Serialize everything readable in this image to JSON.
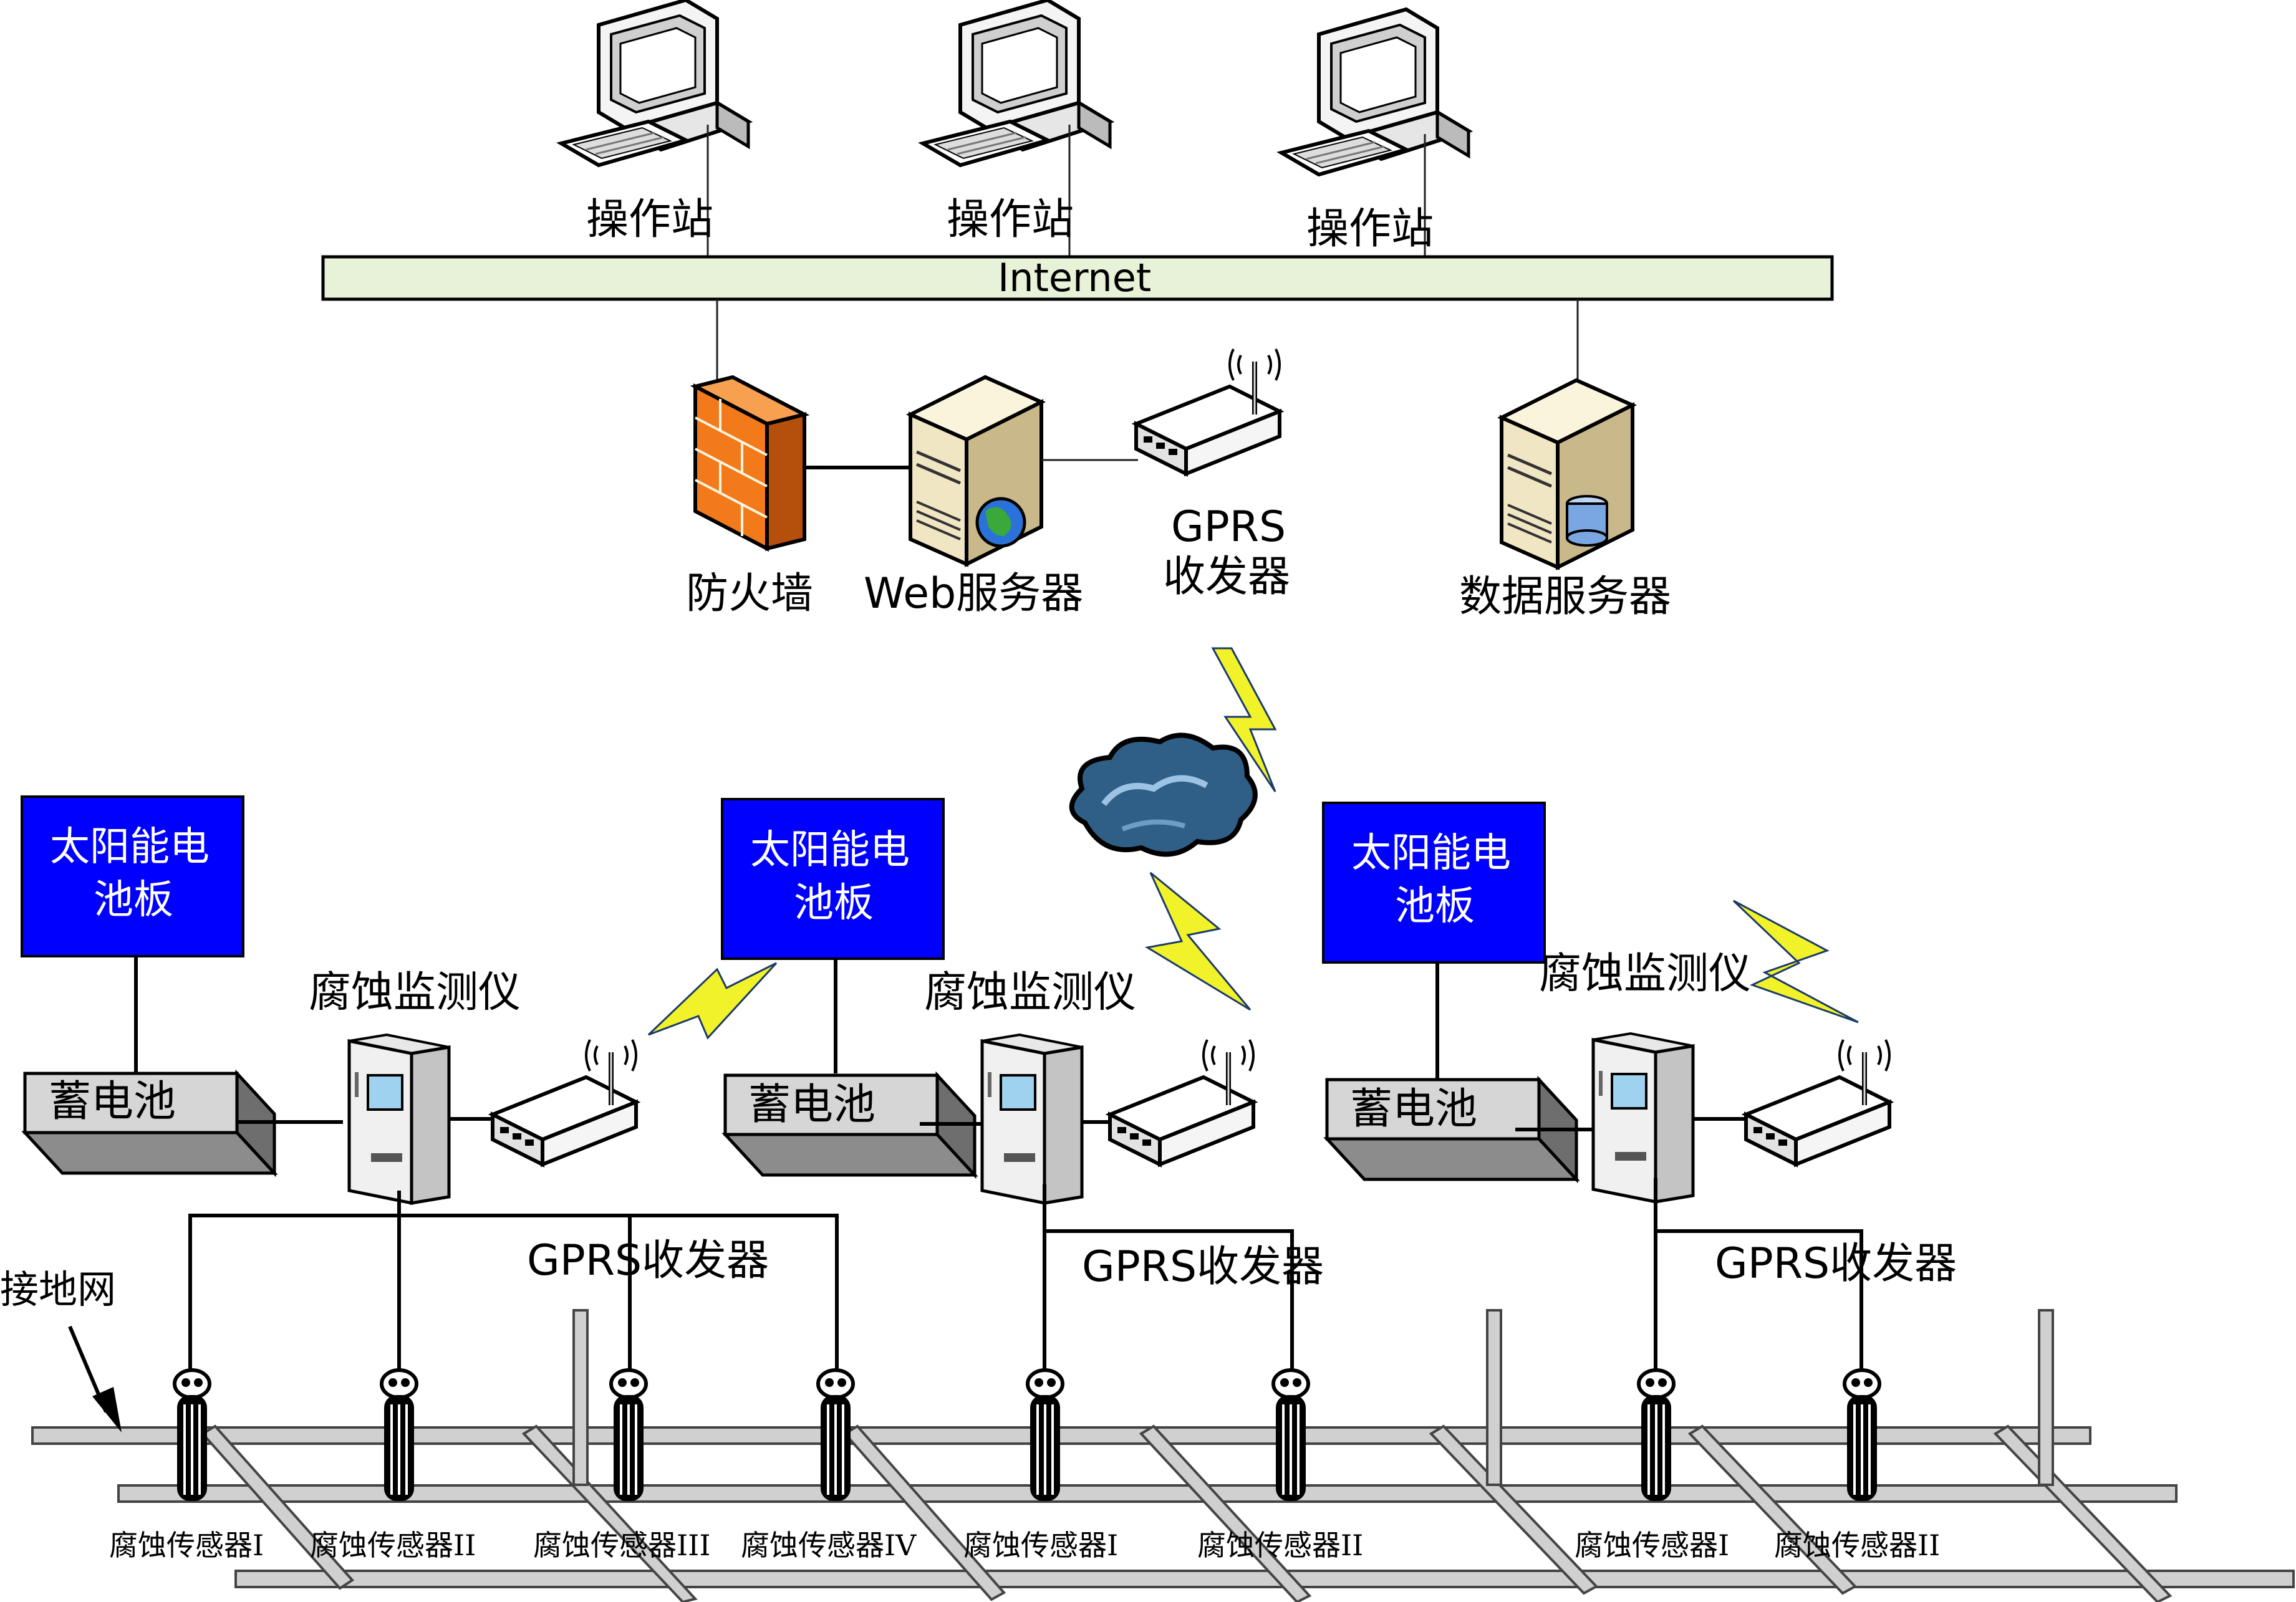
{
  "workstations": [
    {
      "label": "操作站"
    },
    {
      "label": "操作站"
    },
    {
      "label": "操作站"
    }
  ],
  "network": {
    "label": "Internet"
  },
  "center": {
    "firewall": "防火墙",
    "web_server": "Web服务器",
    "gprs_line1": "GPRS",
    "gprs_line2": "收发器",
    "data_server": "数据服务器"
  },
  "stations": [
    {
      "solar_line1": "太阳能电",
      "solar_line2": "池板",
      "battery": "蓄电池",
      "monitor": "腐蚀监测仪",
      "gprs": "GPRS收发器",
      "sensors": [
        "腐蚀传感器I",
        "腐蚀传感器II",
        "腐蚀传感器III",
        "腐蚀传感器IV"
      ]
    },
    {
      "solar_line1": "太阳能电",
      "solar_line2": "池板",
      "battery": "蓄电池",
      "monitor": "腐蚀监测仪",
      "gprs": "GPRS收发器",
      "sensors": [
        "腐蚀传感器I",
        "腐蚀传感器II"
      ]
    },
    {
      "solar_line1": "太阳能电",
      "solar_line2": "池板",
      "battery": "蓄电池",
      "monitor": "腐蚀监测仪",
      "gprs": "GPRS收发器",
      "sensors": [
        "腐蚀传感器I",
        "腐蚀传感器II"
      ]
    }
  ],
  "ground_grid": {
    "label": "接地网"
  },
  "colors": {
    "panel_blue": "#0000ff",
    "internet_bar": "#e8f2d8",
    "firewall_orange": "#f27a1a",
    "lightning_yellow": "#f2f22a",
    "cloud_blue": "#2f5f86"
  }
}
